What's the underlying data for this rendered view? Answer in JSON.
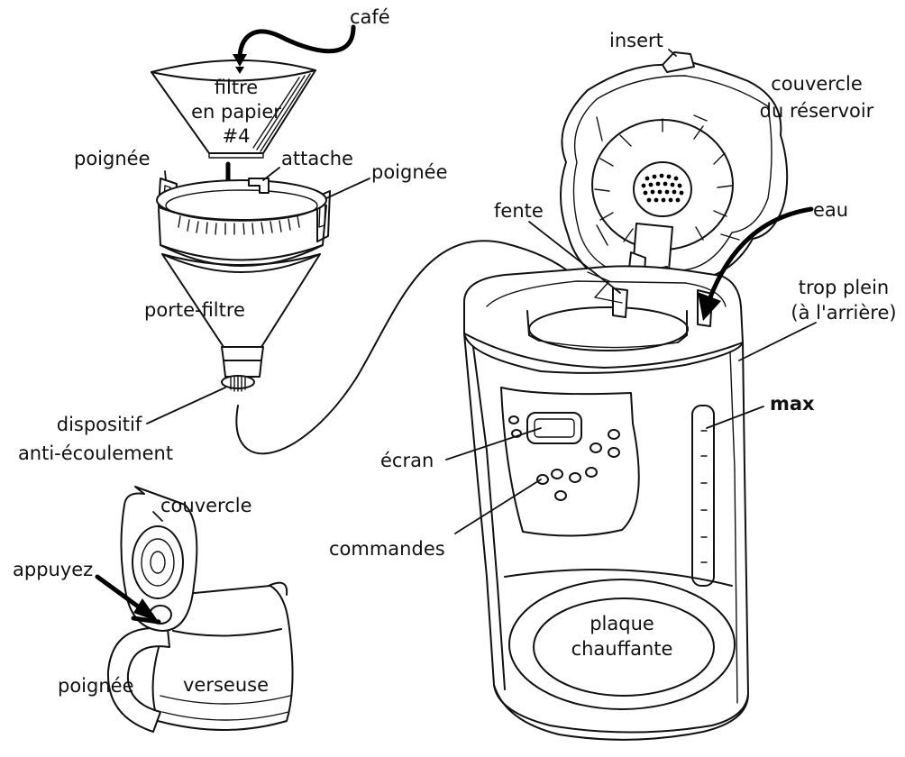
{
  "labels": {
    "cafe": "café",
    "filtre_line1": "filtre",
    "filtre_line2": "en papier",
    "filtre_line3": "#4",
    "poignee_left": "poignée",
    "attache": "attache",
    "poignee_right": "poignée",
    "porte_filtre": "porte-filtre",
    "dispositif_line1": "dispositif",
    "dispositif_line2": "anti-écoulement",
    "couvercle": "couvercle",
    "appuyez": "appuyez",
    "poignee_carafe": "poignée",
    "verseuse": "verseuse",
    "insert": "insert",
    "couvercle_reservoir_line1": "couvercle",
    "couvercle_reservoir_line2": "du réservoir",
    "fente": "fente",
    "eau": "eau",
    "trop_plein_line1": "trop plein",
    "trop_plein_line2": "(à l'arrière)",
    "max": "max",
    "ecran": "écran",
    "commandes": "commandes",
    "plaque_line1": "plaque",
    "plaque_line2": "chauffante"
  },
  "colors": {
    "ink": "#111111",
    "background": "#ffffff"
  }
}
